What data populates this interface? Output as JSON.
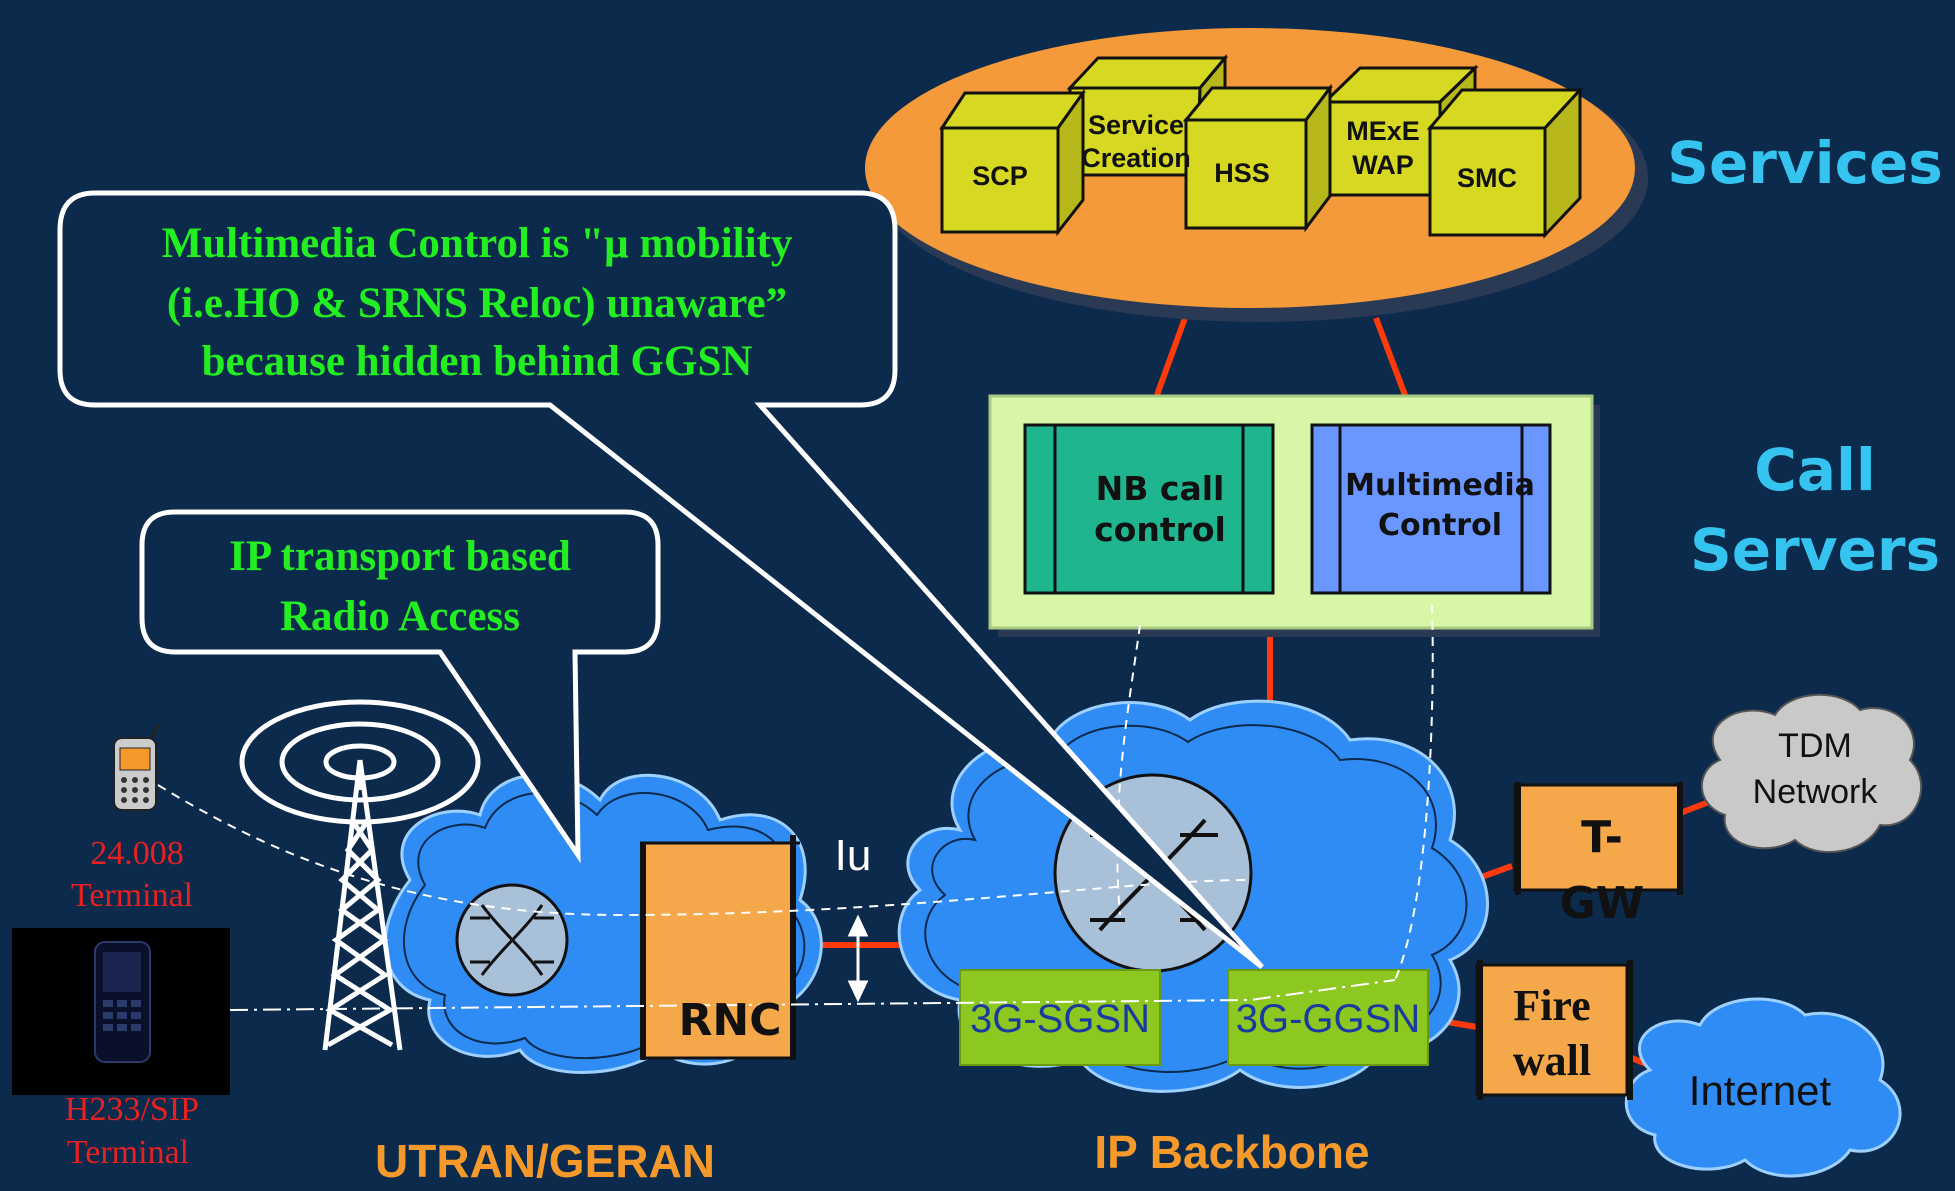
{
  "labels": {
    "services": "Services",
    "call_servers_line1": "Call",
    "call_servers_line2": "Servers",
    "utran": "UTRAN/GERAN",
    "ip_backbone": "IP Backbone",
    "iu": "Iu"
  },
  "service_boxes": [
    "SCP",
    "Service Creation",
    "HSS",
    "MExE WAP",
    "SMC"
  ],
  "service_box_lines": {
    "scp": "SCP",
    "service_l1": "Service",
    "service_l2": "Creation",
    "hss": "HSS",
    "mexe_l1": "MExE",
    "mexe_l2": "WAP",
    "smc": "SMC"
  },
  "call_control": {
    "nb_l1": "NB call",
    "nb_l2": "control",
    "mm_l1": "Multimedia",
    "mm_l2": "Control"
  },
  "callouts": {
    "mobility_l1": "Multimedia Control is \"µ mobility",
    "mobility_l2": "(i.e.HO & SRNS Reloc) unaware”",
    "mobility_l3": "because hidden behind GGSN",
    "ip_l1": "IP transport based",
    "ip_l2": "Radio Access"
  },
  "terminals": {
    "t1_l1": "24.008",
    "t1_l2": "Terminal",
    "t2_l1": "H233/SIP",
    "t2_l2": "Terminal"
  },
  "nodes": {
    "rnc": "RNC",
    "sgsn": "3G-SGSN",
    "ggsn": "3G-GGSN",
    "tgw_l1": "T-",
    "tgw_l2": "GW",
    "firewall_l1": "Fire",
    "firewall_l2": "wall",
    "tdm_l1": "TDM",
    "tdm_l2": "Network",
    "internet": "Internet"
  },
  "colors": {
    "background": "#0b2a4c",
    "title_cyan": "#34c4ef",
    "callout_text": "#22ee22",
    "terminal_red": "#e82020",
    "label_orange": "#f59a2a",
    "cloud_blue": "#2f8cf4",
    "cube_yellow": "#d7d821",
    "link_red": "#ff3a0a",
    "green_node": "#8dc820"
  }
}
